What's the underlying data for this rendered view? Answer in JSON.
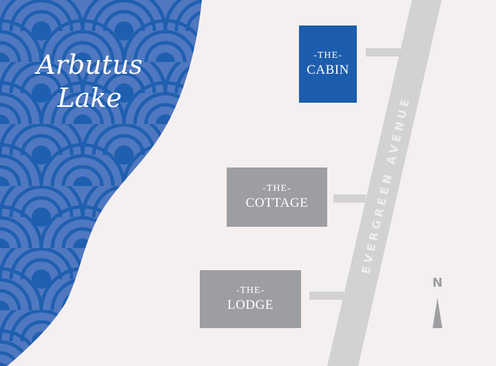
{
  "lake": {
    "name_line1": "Arbutus",
    "name_line2": "Lake"
  },
  "road": {
    "name": "EVERGREEN AVENUE"
  },
  "buildings": [
    {
      "prefix": "-THE-",
      "name": "CABIN"
    },
    {
      "prefix": "-THE-",
      "name": "COTTAGE"
    },
    {
      "prefix": "-THE-",
      "name": "LODGE"
    }
  ],
  "compass": {
    "label": "N"
  },
  "colors": {
    "lake": "#5078c0",
    "lake_lines": "#1f5fb0",
    "cabin": "#1d5dad",
    "buildings": "#9d9ea1",
    "road": "#d2d2d4",
    "background": "#f5f0f0"
  }
}
